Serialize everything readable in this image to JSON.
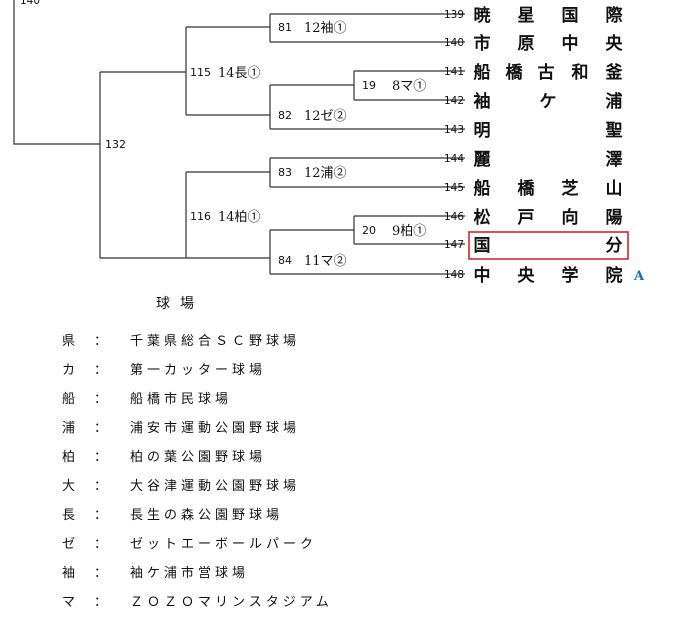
{
  "top_seed_partial": "140",
  "final_game": {
    "num": "132"
  },
  "semis": [
    {
      "num": "115",
      "label": "14長①"
    },
    {
      "num": "116",
      "label": "14柏①"
    }
  ],
  "quarters": [
    {
      "num": "81",
      "label": "12袖①"
    },
    {
      "num": "82",
      "label": "12ゼ②"
    },
    {
      "num": "83",
      "label": "12浦②"
    },
    {
      "num": "84",
      "label": "11マ②"
    }
  ],
  "first_round": [
    {
      "num": "19",
      "label": "8マ①"
    },
    {
      "num": "20",
      "label": "9柏①"
    }
  ],
  "teams": [
    {
      "seed": "139",
      "chars": [
        "暁",
        "星",
        "国",
        "際"
      ]
    },
    {
      "seed": "140",
      "chars": [
        "市",
        "原",
        "中",
        "央"
      ]
    },
    {
      "seed": "141",
      "chars": [
        "船",
        "橋",
        "古",
        "和",
        "釜"
      ]
    },
    {
      "seed": "142",
      "chars": [
        "袖",
        "ケ",
        "浦"
      ]
    },
    {
      "seed": "143",
      "chars": [
        "明",
        "聖"
      ]
    },
    {
      "seed": "144",
      "chars": [
        "麗",
        "澤"
      ]
    },
    {
      "seed": "145",
      "chars": [
        "船",
        "橋",
        "芝",
        "山"
      ]
    },
    {
      "seed": "146",
      "chars": [
        "松",
        "戸",
        "向",
        "陽"
      ]
    },
    {
      "seed": "147",
      "chars": [
        "国",
        "分"
      ],
      "highlighted": true
    },
    {
      "seed": "148",
      "chars": [
        "中",
        "央",
        "学",
        "院"
      ],
      "mark": "A"
    }
  ],
  "colors": {
    "highlight": "#d9262c",
    "mark": "#1a6fb0"
  },
  "legend": {
    "title": "球場",
    "separator": "：",
    "items": [
      {
        "key": "県",
        "value": "千葉県総合ＳＣ野球場"
      },
      {
        "key": "カ",
        "value": "第一カッター球場"
      },
      {
        "key": "船",
        "value": "船橋市民球場"
      },
      {
        "key": "浦",
        "value": "浦安市運動公園野球場"
      },
      {
        "key": "柏",
        "value": "柏の葉公園野球場"
      },
      {
        "key": "大",
        "value": "大谷津運動公園野球場"
      },
      {
        "key": "長",
        "value": "長生の森公園野球場"
      },
      {
        "key": "ゼ",
        "value": "ゼットエーボールパーク"
      },
      {
        "key": "袖",
        "value": "袖ケ浦市営球場"
      },
      {
        "key": "マ",
        "value": "ＺＯＺＯマリンスタジアム"
      }
    ]
  }
}
